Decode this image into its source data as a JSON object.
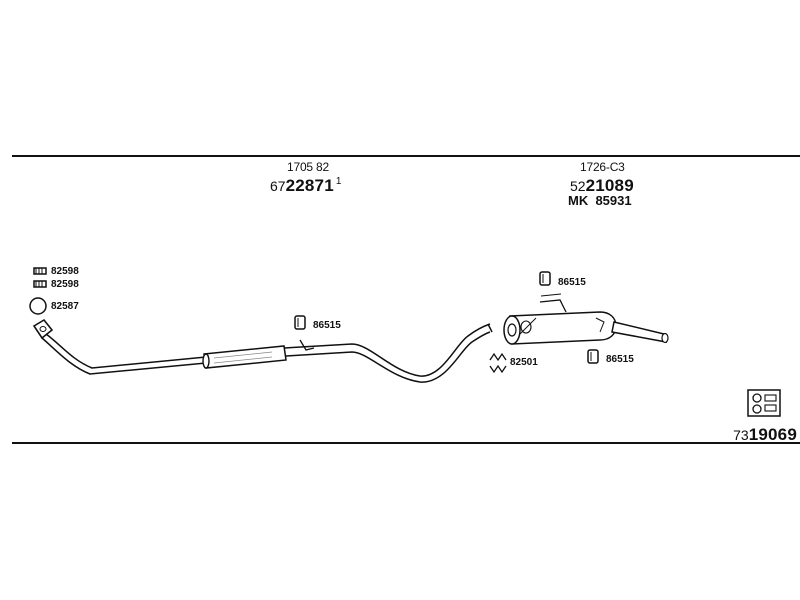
{
  "sections": [
    {
      "upper": "1705 82",
      "prefix": "67",
      "main": "22871",
      "suffix": "1"
    },
    {
      "upper": "1726-C3",
      "prefix": "52",
      "main": "21089",
      "mk": "MK  85931"
    }
  ],
  "parts": {
    "clamp_a": "82598",
    "clamp_b": "82598",
    "gasket": "82587",
    "hanger_front": "86515",
    "hanger_rear_top": "86515",
    "clamp_rear": "82501",
    "hanger_rear_bottom": "86515"
  },
  "footer": {
    "icon": "exhaust-kit-icon",
    "prefix": "73",
    "main": "19069"
  }
}
